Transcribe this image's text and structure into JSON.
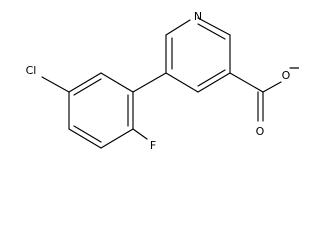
{
  "atoms": {
    "n": "N",
    "o_carbonyl": "O",
    "o_ester": "O",
    "cl": "Cl",
    "f": "F"
  }
}
